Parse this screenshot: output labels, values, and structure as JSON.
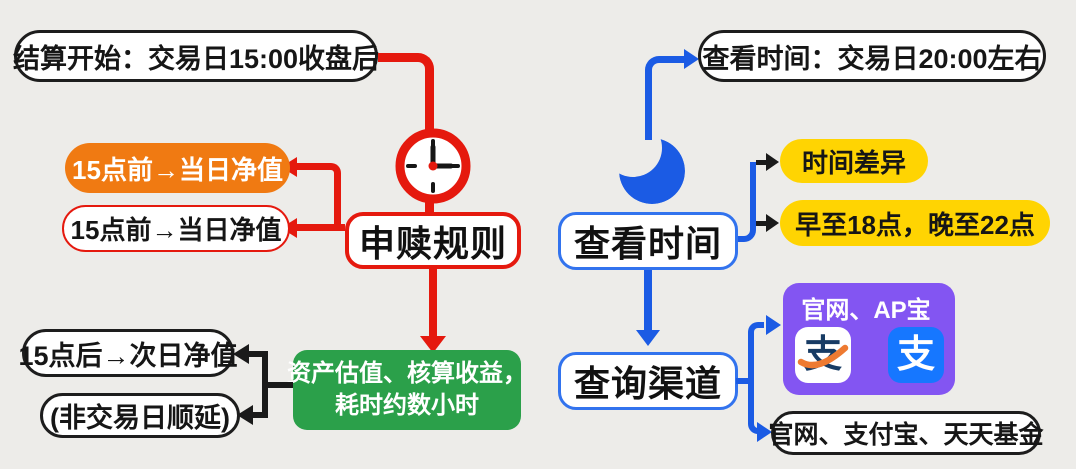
{
  "colors": {
    "background": "#edece9",
    "red": "#e5190e",
    "orange": "#f07a12",
    "green": "#2ba04a",
    "yellow": "#ffd402",
    "blue_line": "#1b5be4",
    "blue_border": "#3273ee",
    "purple": "#8355f2",
    "alipay_blue": "#1677ff",
    "ink": "#161616"
  },
  "left_flow": {
    "settle_start_pill": "结算开始：交易日15:00收盘后",
    "clock_icon": "clock-icon",
    "rule_node": "申赎规则",
    "before15_highlight_pill": "15点前→当日净值",
    "before15_outline_pill": "15点前→当日净值",
    "after15_pill": "15点后→次日净值",
    "non_trading_pill": "(非交易日顺延)",
    "valuation_box": {
      "line1": "资产估值、核算收益，",
      "line2": "耗时约数小时"
    }
  },
  "right_flow": {
    "check_time_pill": "查看时间：交易日20:00左右",
    "moon_icon": "moon-icon",
    "view_time_node": "查看时间",
    "time_diff_pill": "时间差异",
    "time_range_pill": "早至18点，晚至22点",
    "query_channel_node": "查询渠道",
    "apps_box_label": "官网、AP宝",
    "alipay_glyph": "支",
    "channels_pill": "官网、支付宝、天天基金"
  }
}
